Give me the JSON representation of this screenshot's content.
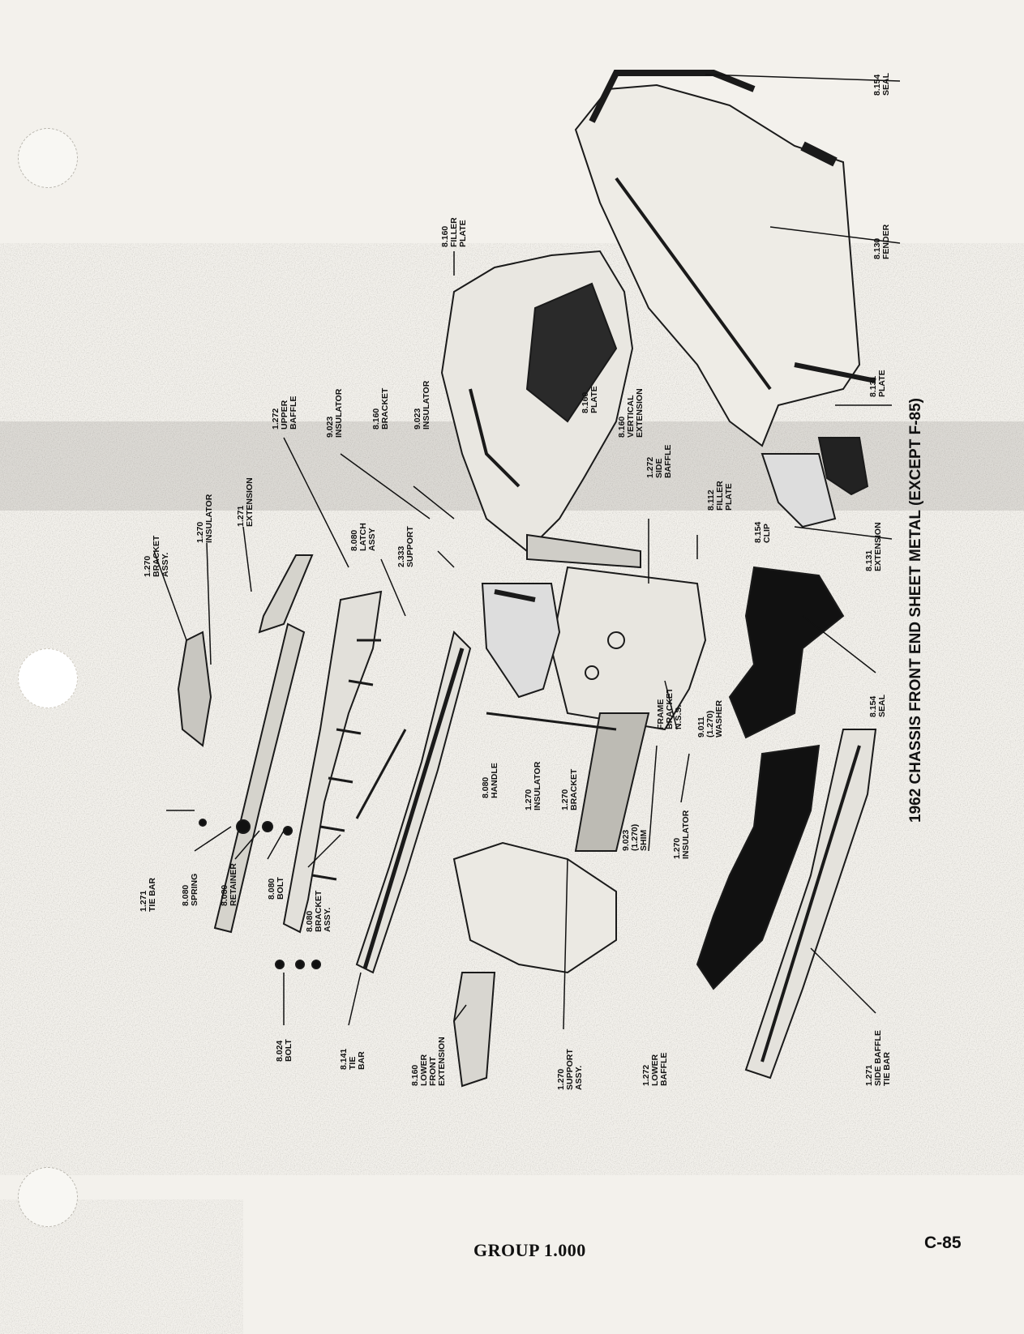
{
  "title": "1962 CHASSIS FRONT END SHEET METAL (EXCEPT F-85)",
  "footer": {
    "group": "GROUP 1.000",
    "page": "C-85"
  },
  "labels": [
    {
      "id": "seal-top",
      "lines": [
        "8.154",
        "SEAL"
      ]
    },
    {
      "id": "fender",
      "lines": [
        "8.130",
        "FENDER"
      ]
    },
    {
      "id": "plate-right",
      "lines": [
        "8.131",
        "PLATE"
      ]
    },
    {
      "id": "extension-right",
      "lines": [
        "8.131",
        "EXTENSION"
      ]
    },
    {
      "id": "seal-mid",
      "lines": [
        "8.154",
        "SEAL"
      ]
    },
    {
      "id": "side-baffle-tie-bar",
      "lines": [
        "1.271",
        "SIDE BAFFLE",
        "TIE BAR"
      ]
    },
    {
      "id": "filler-plate-top",
      "lines": [
        "8.160",
        "FILLER",
        "PLATE"
      ]
    },
    {
      "id": "plate-160",
      "lines": [
        "8.160",
        "PLATE"
      ]
    },
    {
      "id": "vertical-extension",
      "lines": [
        "8.160",
        "VERTICAL",
        "EXTENSION"
      ]
    },
    {
      "id": "side-baffle",
      "lines": [
        "1.272",
        "SIDE",
        "BAFFLE"
      ]
    },
    {
      "id": "filler-plate-112",
      "lines": [
        "8.112",
        "FILLER",
        "PLATE"
      ]
    },
    {
      "id": "clip",
      "lines": [
        "8.154",
        "CLIP"
      ]
    },
    {
      "id": "insulator-023-a",
      "lines": [
        "9.023",
        "INSULATOR"
      ]
    },
    {
      "id": "bracket-160",
      "lines": [
        "8.160",
        "BRACKET"
      ]
    },
    {
      "id": "insulator-023-b",
      "lines": [
        "9.023",
        "INSULATOR"
      ]
    },
    {
      "id": "support-333",
      "lines": [
        "2.333",
        "SUPPORT"
      ]
    },
    {
      "id": "upper-baffle",
      "lines": [
        "1.272",
        "UPPER",
        "BAFFLE"
      ]
    },
    {
      "id": "latch-assy",
      "lines": [
        "8.080",
        "LATCH",
        "ASSY"
      ]
    },
    {
      "id": "extension-271",
      "lines": [
        "1.271",
        "EXTENSION"
      ]
    },
    {
      "id": "insulator-270-top",
      "lines": [
        "1.270",
        "INSULATOR"
      ]
    },
    {
      "id": "bracket-assy-270",
      "lines": [
        "1.270",
        "BRACKET",
        "ASSY."
      ]
    },
    {
      "id": "frame-bracket",
      "lines": [
        "FRAME",
        "BRACKET",
        "N.S.S."
      ]
    },
    {
      "id": "washer",
      "lines": [
        "9.011",
        "(1.270)",
        "WASHER"
      ]
    },
    {
      "id": "insulator-270-low",
      "lines": [
        "1.270",
        "INSULATOR"
      ]
    },
    {
      "id": "shim",
      "lines": [
        "9.023",
        "(1.270)",
        "SHIM"
      ]
    },
    {
      "id": "bracket-270",
      "lines": [
        "1.270",
        "BRACKET"
      ]
    },
    {
      "id": "insulator-270-mid",
      "lines": [
        "1.270",
        "INSULATOR"
      ]
    },
    {
      "id": "handle",
      "lines": [
        "8.080",
        "HANDLE"
      ]
    },
    {
      "id": "tie-bar-271",
      "lines": [
        "1.271",
        "TIE BAR"
      ]
    },
    {
      "id": "spring",
      "lines": [
        "8.080",
        "SPRING"
      ]
    },
    {
      "id": "retainer",
      "lines": [
        "8.080",
        "RETAINER"
      ]
    },
    {
      "id": "bolt-080",
      "lines": [
        "8.080",
        "BOLT"
      ]
    },
    {
      "id": "bracket-assy-080",
      "lines": [
        "8.080",
        "BRACKET",
        "ASSY."
      ]
    },
    {
      "id": "bolt-024",
      "lines": [
        "8.024",
        "BOLT"
      ]
    },
    {
      "id": "tie-bar-141",
      "lines": [
        "8.141",
        "TIE",
        "BAR"
      ]
    },
    {
      "id": "lower-front-extension",
      "lines": [
        "8.160",
        "LOWER",
        "FRONT",
        "EXTENSION"
      ]
    },
    {
      "id": "support-assy",
      "lines": [
        "1.270",
        "SUPPORT",
        "ASSY."
      ]
    },
    {
      "id": "lower-baffle",
      "lines": [
        "1.272",
        "LOWER",
        "BAFFLE"
      ]
    }
  ],
  "colors": {
    "paper": "#f3f1ec",
    "ink": "#111111",
    "noise": "#7c7870"
  }
}
